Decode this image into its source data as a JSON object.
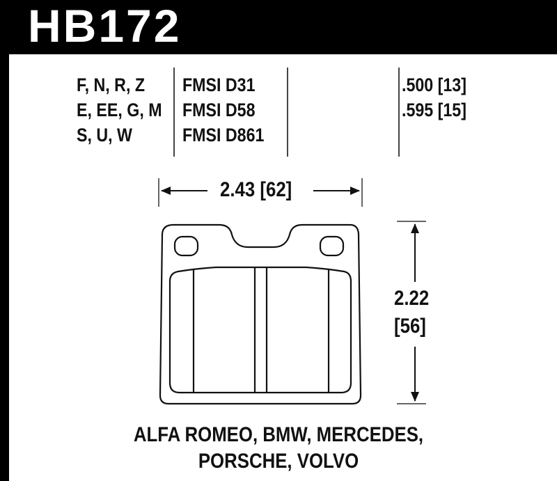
{
  "header": {
    "part_number": "HB172"
  },
  "specs": {
    "compound_codes": [
      "F, N, R, Z",
      "E, EE, G, M",
      "S, U, W"
    ],
    "fmsi_numbers": [
      "FMSI D31",
      "FMSI D58",
      "FMSI D861"
    ],
    "thicknesses": [
      ".500 [13]",
      ".595 [15]"
    ]
  },
  "dimensions": {
    "width": "2.43 [62]",
    "height_in": "2.22",
    "height_mm": "[56]"
  },
  "applications": {
    "line1": "ALFA ROMEO, BMW, MERCEDES,",
    "line2": "PORSCHE, VOLVO"
  },
  "colors": {
    "header_bg": "#000000",
    "header_text": "#ffffff",
    "line": "#222222"
  }
}
